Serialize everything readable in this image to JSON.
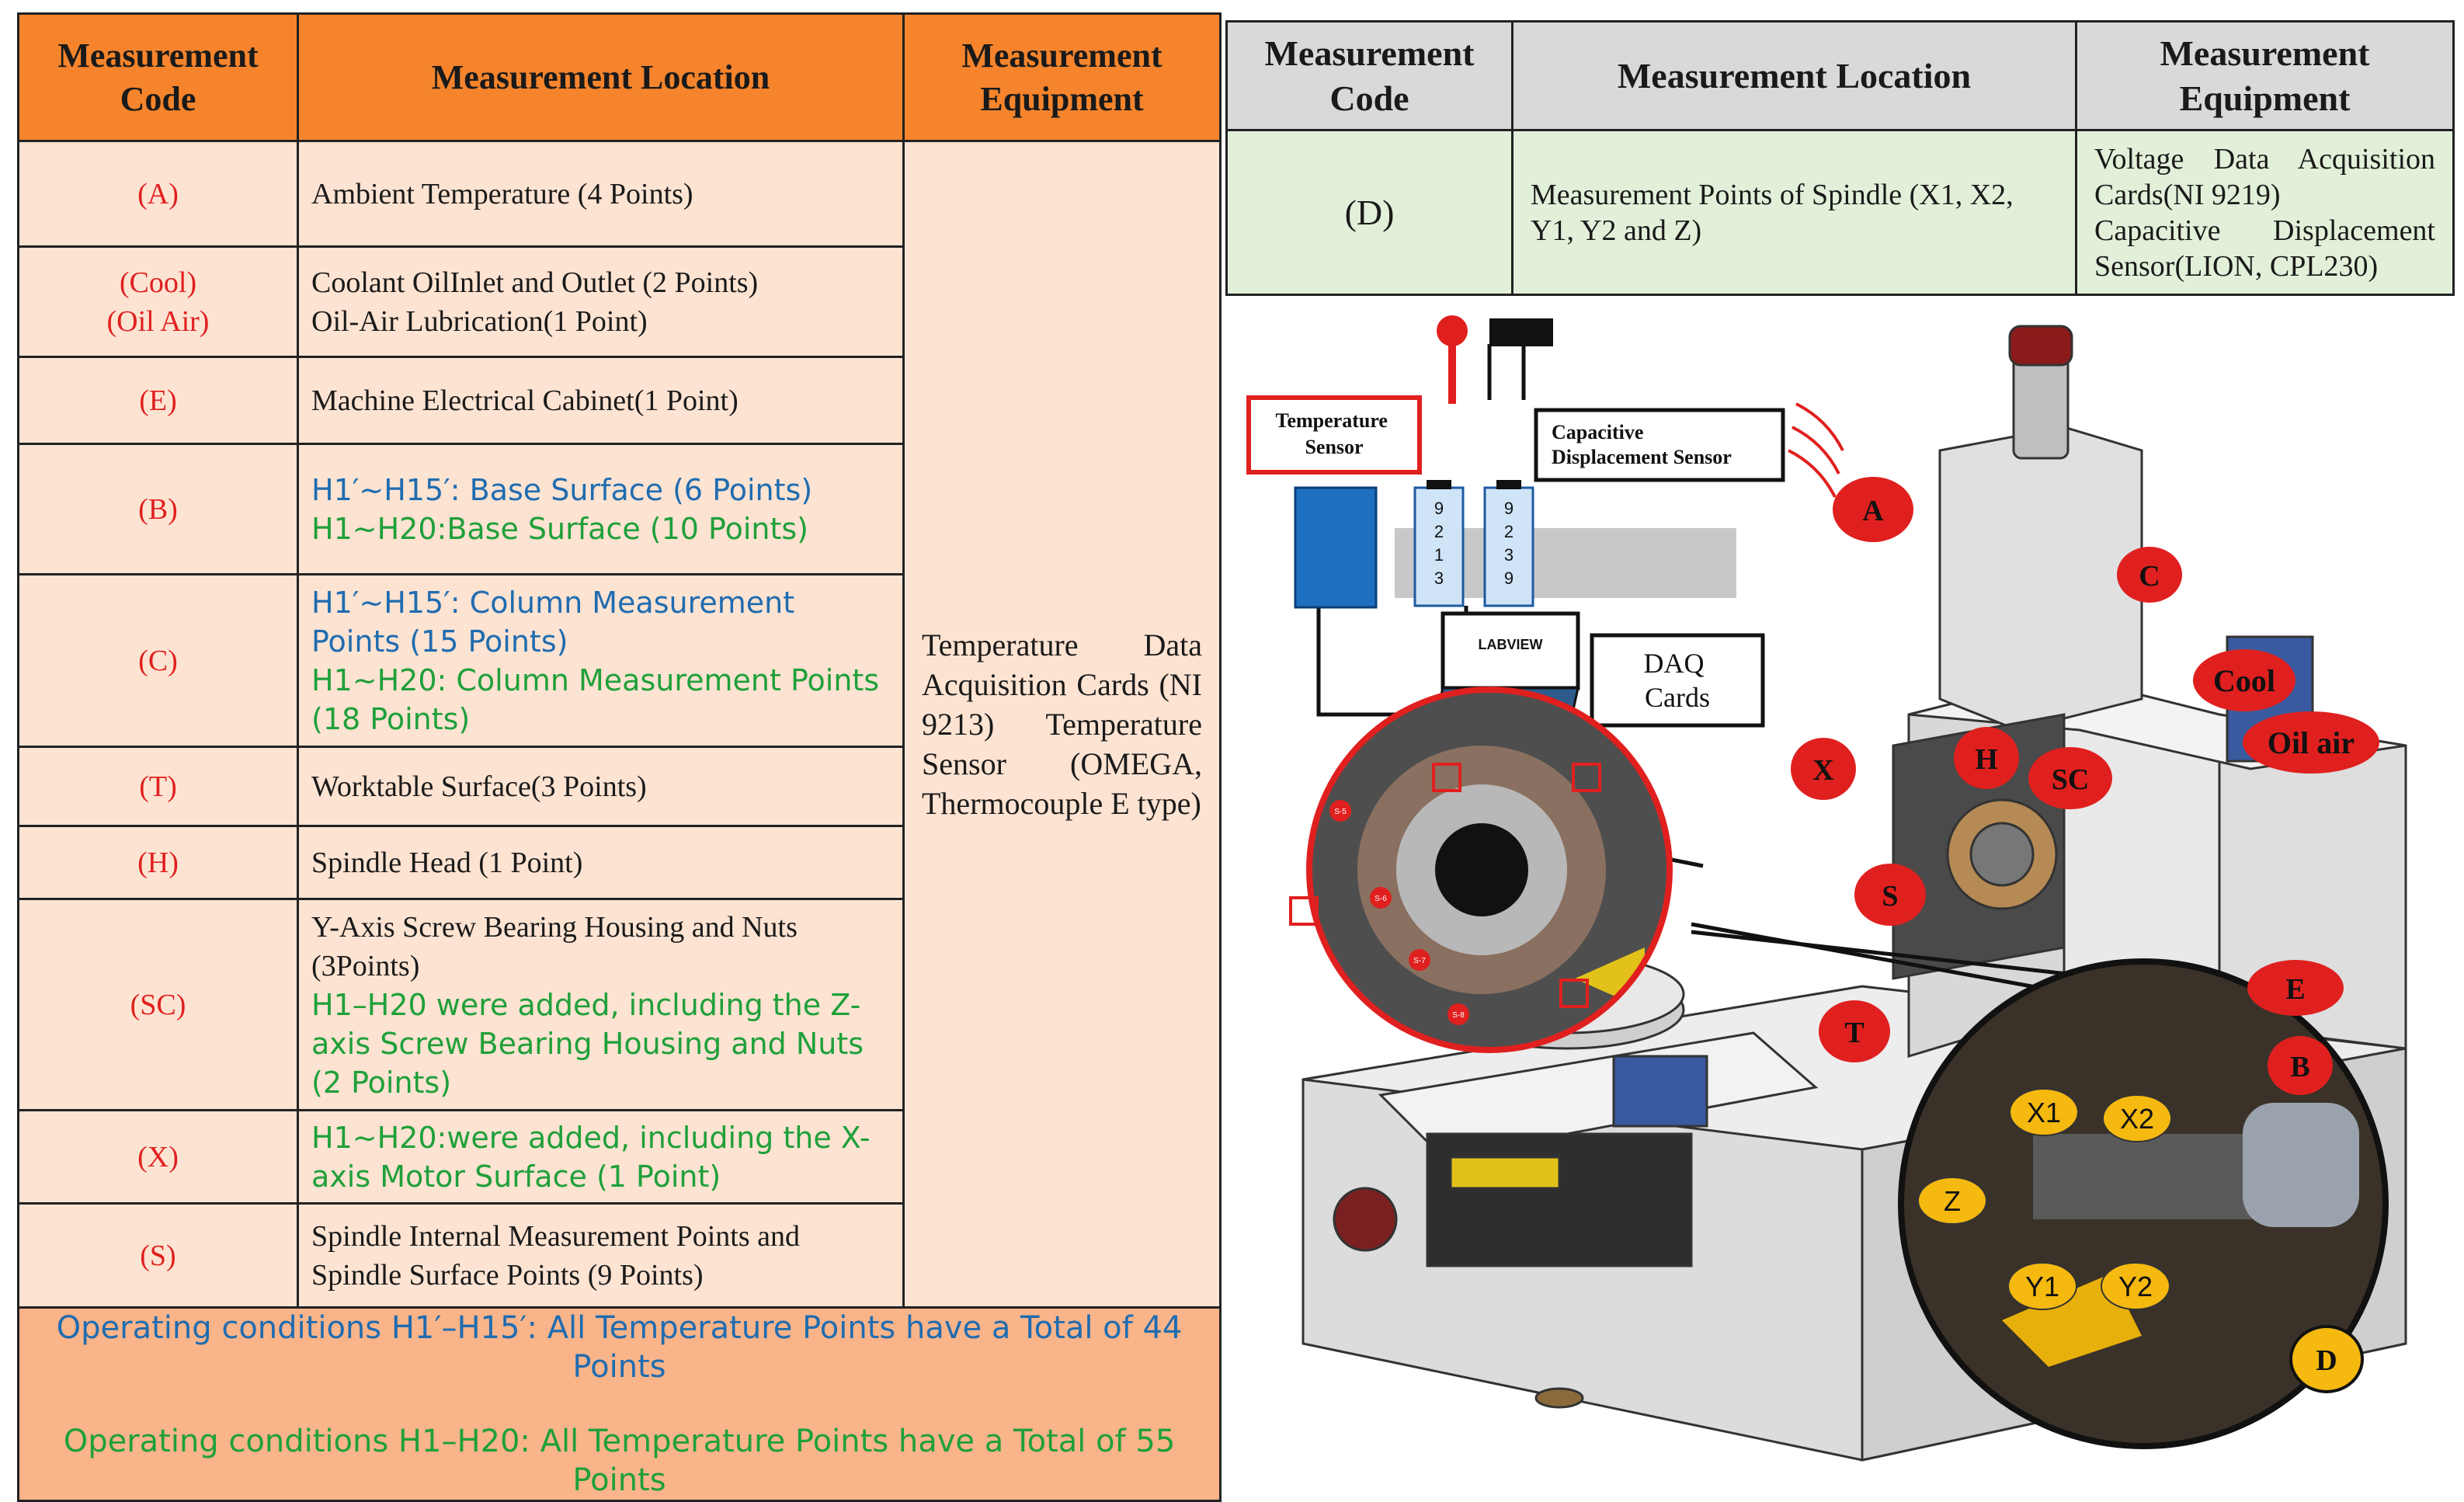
{
  "left_table": {
    "headers": [
      "Measurement Code",
      "Measurement Location",
      "Measurement Equipment"
    ],
    "equipment_lines": [
      "Temperature Data Acquisition Cards (NI 9213)",
      "Temperature Sensor (OMEGA, Thermocouple E type)"
    ],
    "rows": [
      {
        "code": [
          "(A)"
        ],
        "lines": [
          {
            "text": "Ambient Temperature (4 Points)",
            "color": "black"
          }
        ]
      },
      {
        "code": [
          "(Cool)",
          "(Oil Air)"
        ],
        "lines": [
          {
            "text": "Coolant OilInlet and Outlet (2 Points)",
            "color": "black"
          },
          {
            "text": "Oil-Air Lubrication(1 Point)",
            "color": "black"
          }
        ]
      },
      {
        "code": [
          "(E)"
        ],
        "lines": [
          {
            "text": "Machine Electrical Cabinet(1 Point)",
            "color": "black"
          }
        ]
      },
      {
        "code": [
          "(B)"
        ],
        "lines": [
          {
            "text": "H1′~H15′: Base Surface (6 Points)",
            "color": "blue"
          },
          {
            "text": "H1~H20:Base Surface (10 Points)",
            "color": "green"
          }
        ]
      },
      {
        "code": [
          "(C)"
        ],
        "lines": [
          {
            "text": "H1′~H15′: Column Measurement Points (15 Points)",
            "color": "blue"
          },
          {
            "text": "H1~H20: Column Measurement Points (18 Points)",
            "color": "green"
          }
        ]
      },
      {
        "code": [
          "(T)"
        ],
        "lines": [
          {
            "text": "Worktable Surface(3 Points)",
            "color": "black"
          }
        ]
      },
      {
        "code": [
          "(H)"
        ],
        "lines": [
          {
            "text": "Spindle Head (1 Point)",
            "color": "black"
          }
        ]
      },
      {
        "code": [
          "(SC)"
        ],
        "lines": [
          {
            "text": "Y-Axis Screw Bearing Housing and Nuts (3Points)",
            "color": "black"
          },
          {
            "text": "H1–H20 were added, including the Z-axis Screw Bearing Housing and Nuts (2 Points)",
            "color": "green"
          }
        ]
      },
      {
        "code": [
          "(X)"
        ],
        "lines": [
          {
            "text": "H1~H20:were added, including the X-axis Motor Surface (1 Point)",
            "color": "green"
          }
        ]
      },
      {
        "code": [
          "(S)"
        ],
        "lines": [
          {
            "text": "Spindle Internal Measurement Points and Spindle Surface Points (9 Points)",
            "color": "black"
          }
        ]
      }
    ],
    "footer": [
      {
        "text": "Operating conditions H1′–H15′: All Temperature Points have a Total of 44 Points",
        "color": "blue"
      },
      {
        "text": "Operating conditions H1–H20: All Temperature Points have a Total of 55 Points",
        "color": "green"
      }
    ]
  },
  "right_table": {
    "headers": [
      "Measurement Code",
      "Measurement Location",
      "Measurement Equipment"
    ],
    "code": "(D)",
    "location": "Measurement Points of Spindle (X1, X2, Y1, Y2 and Z)",
    "equipment": [
      "Voltage Data Acquisition Cards(NI 9219)",
      "Capacitive Displacement Sensor(LION, CPL230)"
    ]
  },
  "diagram": {
    "temperature_sensor_label": [
      "Temperature",
      "Sensor"
    ],
    "capacitive_sensor_label": [
      "Capacitive",
      "Displacement Sensor"
    ],
    "card_1_digits": [
      "9",
      "2",
      "1",
      "3"
    ],
    "card_2_digits": [
      "9",
      "2",
      "3",
      "9"
    ],
    "labview_label": "LABVIEW",
    "daq_label": [
      "DAQ",
      "Cards"
    ],
    "red_markers": [
      "A",
      "C",
      "Cool",
      "Oil air",
      "X",
      "H",
      "SC",
      "S",
      "E",
      "T",
      "B"
    ],
    "yellow_markers": [
      "X1",
      "X2",
      "Z",
      "Y1",
      "Y2",
      "D"
    ],
    "inset_labels": [
      "S-5",
      "S-6",
      "S-7",
      "S-8"
    ],
    "colors": {
      "red": "#e0201f",
      "yellow": "#f5b90f",
      "orange_header": "#f5842c",
      "peach_cell": "#fde3d2",
      "green_cell": "#e2f0d9"
    }
  }
}
